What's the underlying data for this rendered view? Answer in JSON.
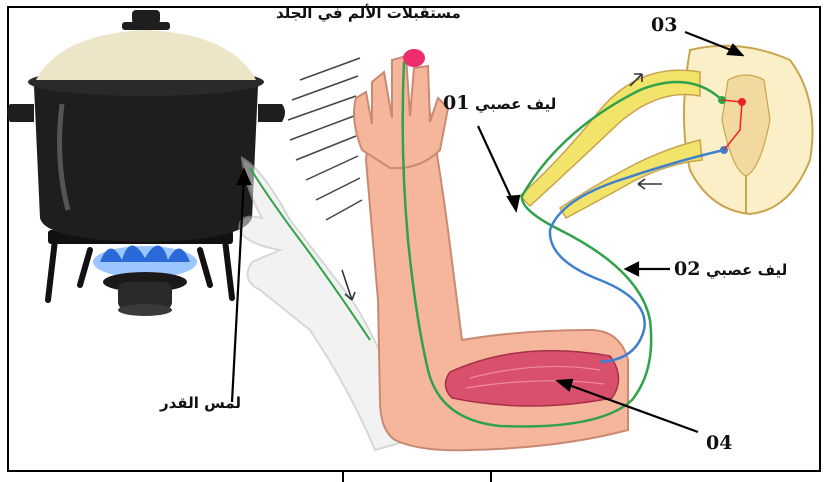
{
  "labels": {
    "skin_receptors": "مستقبلات الألم في الجلد",
    "fiber_01_text": "ليف عصبي",
    "fiber_01_num": "01",
    "fiber_02_text": "ليف عصبي",
    "fiber_02_num": "02",
    "num_03": "03",
    "num_04": "04",
    "touch_pot": "لمس القدر"
  },
  "colors": {
    "pot_body": "#1e1e1e",
    "pot_lid": "#ece5c8",
    "flame": "#2a6ad8",
    "skin": "#f6b69c",
    "muscle": "#d8506b",
    "sensory_nerve": "#2fa24a",
    "motor_nerve": "#3f7fd0",
    "spinal_cord": "#fbefc8",
    "nerve_root": "#f2e36a",
    "receptor": "#ec2d6e"
  },
  "icons": [
    "pot-icon",
    "flame-icon",
    "spinal-cord-icon",
    "arm-illustration"
  ]
}
